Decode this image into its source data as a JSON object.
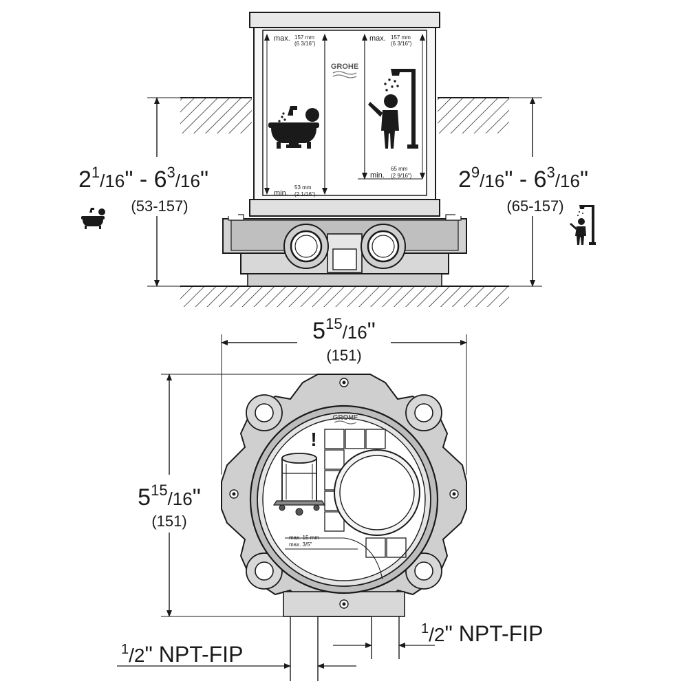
{
  "brand": "GROHE",
  "colors": {
    "line": "#1a1a1a",
    "fill_dark": "#555555",
    "fill_mid": "#cfcfcf",
    "fill_light": "#f2f2f2"
  },
  "side_view": {
    "left_dim": {
      "whole_a": "2",
      "num_a": "1",
      "den_a": "/16",
      "sep": "\" - 6",
      "num_b": "3",
      "den_b": "/16",
      "end": "\"",
      "mm": "(53-157)"
    },
    "right_dim": {
      "whole_a": "2",
      "num_a": "9",
      "den_a": "/16",
      "sep": "\" - 6",
      "num_b": "3",
      "den_b": "/16",
      "end": "\"",
      "mm": "(65-157)"
    },
    "label_max": "max.",
    "left_max_mm": "157 mm",
    "left_max_in": "(6 3/16\")",
    "right_max_mm": "157 mm",
    "right_max_in": "(6 3/16\")",
    "label_min": "min.",
    "left_min_mm": "53 mm",
    "left_min_in": "(2 1/16\")",
    "right_min_mm": "65 mm",
    "right_min_in": "(2 9/16\")",
    "icons": [
      "bathtub-icon",
      "shower-person-icon"
    ]
  },
  "top_view": {
    "width_dim": {
      "whole": "5",
      "num": "15",
      "den": "/16",
      "end": "\"",
      "mm": "(151)"
    },
    "height_dim": {
      "whole": "5",
      "num": "15",
      "den": "/16",
      "end": "\"",
      "mm": "(151)"
    },
    "warning": "!",
    "depth_max_mm": "max. 15 mm",
    "depth_max_in": "max. 3/5\""
  },
  "connections": {
    "left": {
      "num": "1",
      "den": "/2",
      "rest": "\" NPT-FIP"
    },
    "right": {
      "num": "1",
      "den": "/2",
      "rest": "\" NPT-FIP"
    }
  }
}
